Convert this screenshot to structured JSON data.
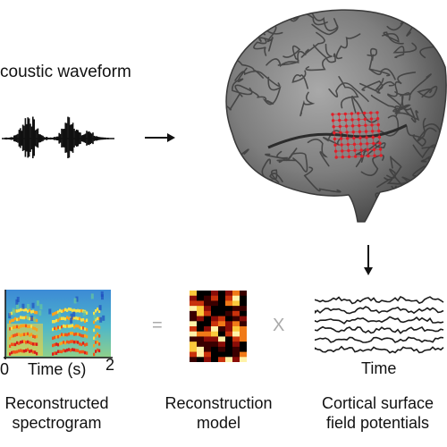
{
  "labels": {
    "acoustic_waveform": "coustic waveform",
    "time_axis": "Time (s)",
    "tick_start": "0",
    "tick_end": "2",
    "time": "Time",
    "equals": "=",
    "times": "X"
  },
  "captions": {
    "spectrogram": [
      "Reconstructed",
      "spectrogram"
    ],
    "model": [
      "Reconstruction",
      "model"
    ],
    "potentials": [
      "Cortical surface",
      "field potentials"
    ]
  },
  "colors": {
    "electrode_grid": "#e0202a",
    "brain": "#8a8a8a",
    "text": "#111111",
    "operator": "#aaaaaa"
  },
  "icons": {
    "arrow_right": "arrow-right-icon",
    "arrow_down": "arrow-down-icon"
  }
}
